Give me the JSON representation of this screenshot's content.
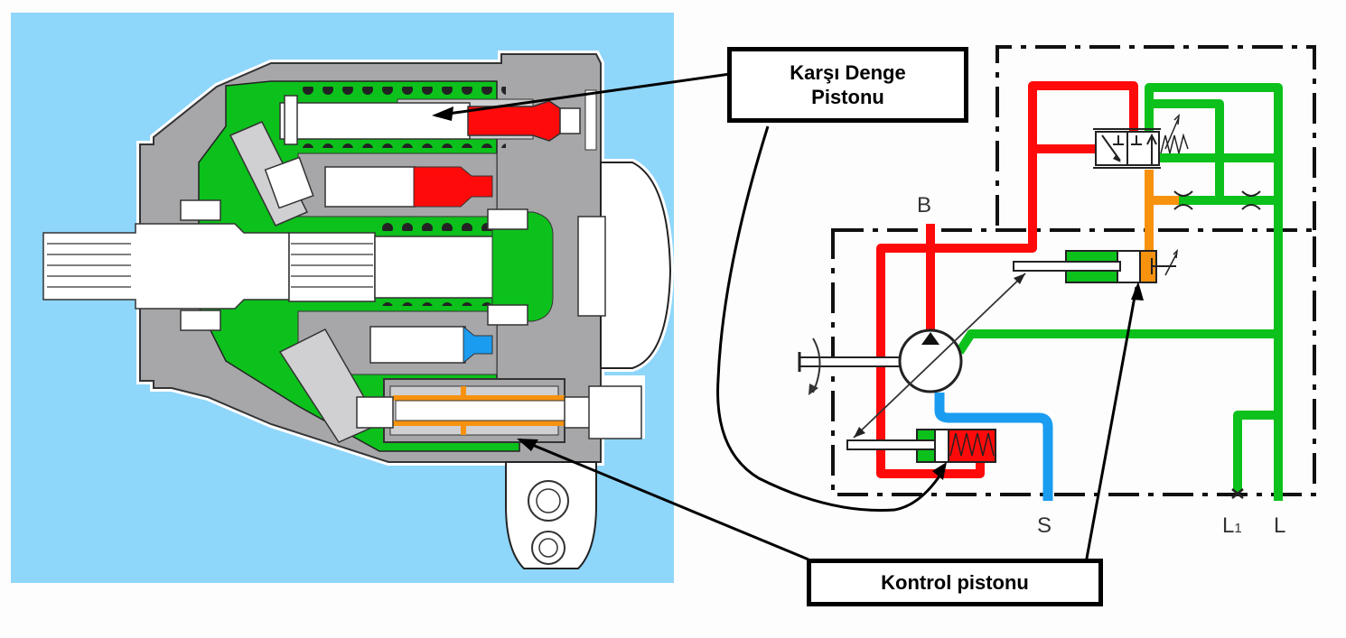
{
  "title_fragment": "Karşı Denge Pistonu",
  "labels": {
    "counterbalance_piston": "Karşı Denge Pistonu",
    "counterbalance_piston_line1": "Karşı Denge",
    "counterbalance_piston_line2": "Pistonu",
    "control_piston": "Kontrol pistonu"
  },
  "ports": {
    "B": "B",
    "S": "S",
    "L1": "L",
    "L1_sub": "1",
    "L": "L"
  },
  "colors": {
    "background_blue": "#8fd6fb",
    "housing_gray": "#a7a7aa",
    "light_gray": "#d0d0d2",
    "oil_green": "#0cc11b",
    "pressure_red": "#ff0a0a",
    "suction_blue": "#1a9cf0",
    "control_orange": "#f7920f",
    "line_black": "#111111"
  }
}
